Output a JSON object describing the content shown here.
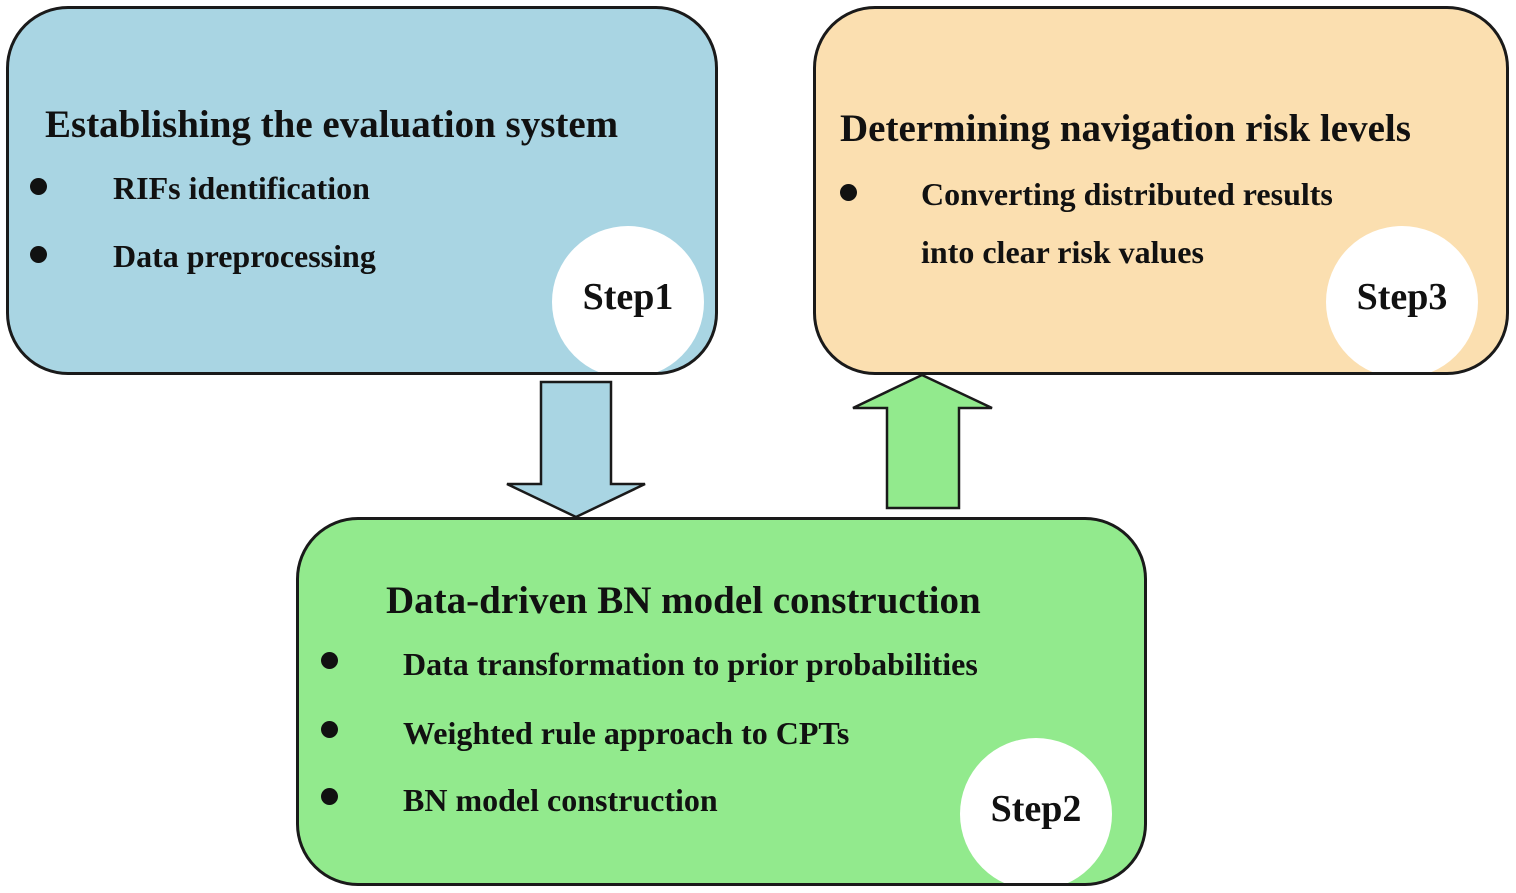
{
  "step1": {
    "title": "Establishing the evaluation system",
    "bullets": [
      "RIFs  identification",
      "Data  preprocessing"
    ],
    "step_label": "Step1",
    "color": "#a9d5e3"
  },
  "step2": {
    "title": "Data-driven BN model construction",
    "bullets": [
      "Data transformation to prior probabilities",
      "Weighted rule approach to CPTs",
      "BN model construction"
    ],
    "step_label": "Step2",
    "color": "#92ea8d"
  },
  "step3": {
    "title": "Determining navigation risk levels",
    "bullets": [
      "Converting distributed results",
      "into clear risk values"
    ],
    "step_label": "Step3",
    "color": "#fbdfb0"
  },
  "arrows": {
    "step1_to_step2": {
      "direction": "down",
      "color": "#a9d5e3"
    },
    "step2_to_step3": {
      "direction": "up",
      "color": "#92ea8d"
    }
  }
}
